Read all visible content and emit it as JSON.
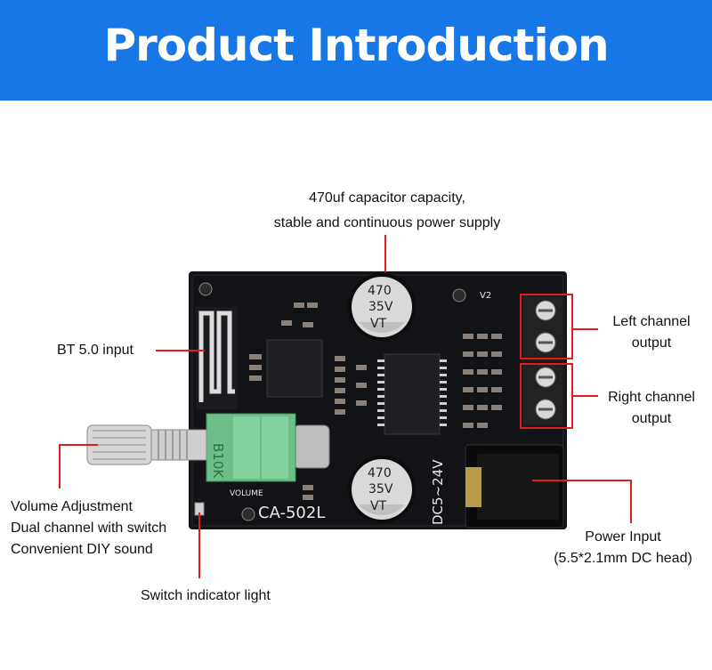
{
  "banner": {
    "title": "Product Introduction"
  },
  "labels": {
    "capacitor_line1": "470uf capacitor capacity,",
    "capacitor_line2": "stable and continuous power supply",
    "bt_input": "BT 5.0 input",
    "left_line1": "Left channel",
    "left_line2": "output",
    "right_line1": "Right channel",
    "right_line2": "output",
    "volume_line1": "Volume Adjustment",
    "volume_line2": "Dual channel with switch",
    "volume_line3": "Convenient DIY sound",
    "power_line1": "Power Input",
    "power_line2": "(5.5*2.1mm DC head)",
    "switch_light": "Switch indicator light"
  },
  "board": {
    "model": "CA-502L",
    "voltage_range": "DC5~24V",
    "version": "V2",
    "potentiometer": "B10K",
    "volume_silk": "VOLUME",
    "capacitor_value": "470",
    "capacitor_voltage": "35V",
    "capacitor_brand": "VT"
  },
  "colors": {
    "banner": "#1877e6",
    "callout": "#e21b1b",
    "pcb": "#111214"
  }
}
